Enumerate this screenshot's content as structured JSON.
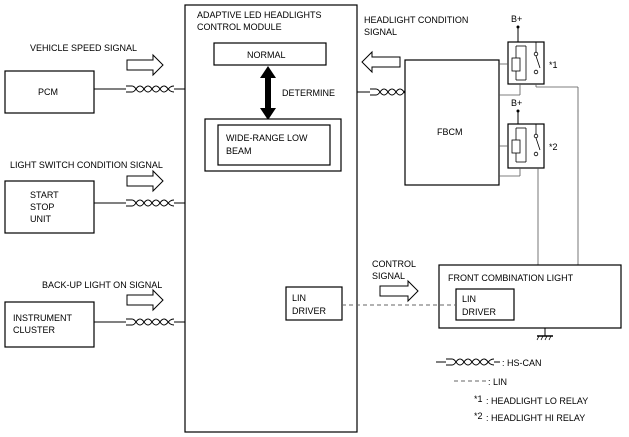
{
  "module": {
    "title_line1": "ADAPTIVE LED HEADLIGHTS",
    "title_line2": "CONTROL MODULE",
    "normal": "NORMAL",
    "determine": "DETERMINE",
    "wide_line1": "WIDE-RANGE LOW",
    "wide_line2": "BEAM",
    "lin_driver_line1": "LIN",
    "lin_driver_line2": "DRIVER"
  },
  "inputs": {
    "vehicle_speed_signal": "VEHICLE SPEED SIGNAL",
    "light_switch_signal": "LIGHT SWITCH CONDITION SIGNAL",
    "backup_light_signal": "BACK-UP LIGHT ON SIGNAL",
    "headlight_condition_line1": "HEADLIGHT CONDITION",
    "headlight_condition_line2": "SIGNAL",
    "control_signal_line1": "CONTROL",
    "control_signal_line2": "SIGNAL"
  },
  "units": {
    "pcm": "PCM",
    "start_stop_line1": "START",
    "start_stop_line2": "STOP",
    "start_stop_line3": "UNIT",
    "instrument_line1": "INSTRUMENT",
    "instrument_line2": "CLUSTER",
    "fbcm": "FBCM",
    "front_combination_light": "FRONT COMBINATION LIGHT",
    "fcl_lin_line1": "LIN",
    "fcl_lin_line2": "DRIVER"
  },
  "relays": {
    "bplus_1": "B+",
    "bplus_2": "B+",
    "mark_1": "*1",
    "mark_2": "*2"
  },
  "legend": {
    "hs_can": ": HS-CAN",
    "lin": ": LIN",
    "star1": "*1",
    "relay_lo": ": HEADLIGHT LO RELAY",
    "star2": "*2",
    "relay_hi": ": HEADLIGHT HI RELAY"
  }
}
